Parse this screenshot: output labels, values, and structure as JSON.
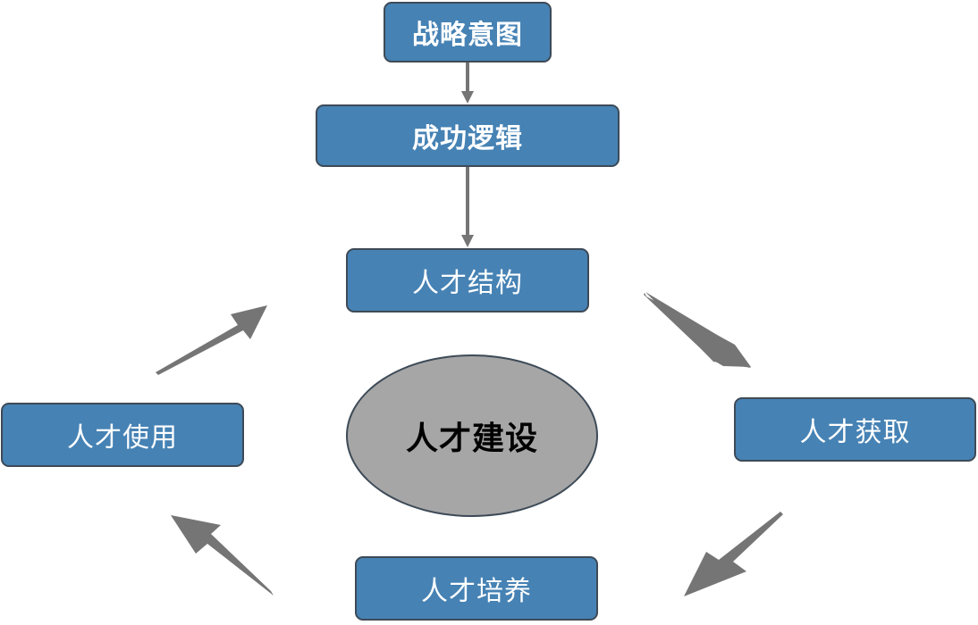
{
  "diagram": {
    "nodes": {
      "intent": "战略意图",
      "logic": "成功逻辑",
      "structure": "人才结构",
      "acquire": "人才获取",
      "train": "人才培养",
      "use": "人才使用"
    },
    "center": "人才建设",
    "colors": {
      "node_fill": "#4682b4",
      "node_border": "#3d4a57",
      "center_fill": "#a6a6a6",
      "arrow": "#757575"
    }
  }
}
